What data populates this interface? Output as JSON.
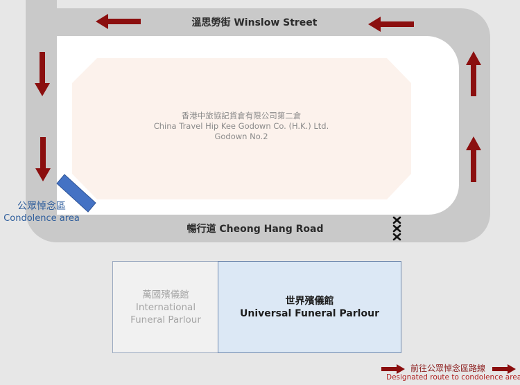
{
  "streets": {
    "winslow": "溫思勞街 Winslow Street",
    "cheong_hang": "暢行道 Cheong Hang Road"
  },
  "godown": {
    "name_zh": "香港中旅協記貨倉有限公司第二倉",
    "name_en": "China Travel Hip Kee Godown Co. (H.K.) Ltd.",
    "unit": "Godown No.2"
  },
  "condolence_area": {
    "label_zh": "公眾悼念區",
    "label_en": "Condolence area",
    "color": "#4472c4"
  },
  "parlours": {
    "international": {
      "name_zh": "萬國殯儀館",
      "name_en_line1": "International",
      "name_en_line2": "Funeral Parlour"
    },
    "universal": {
      "name_zh": "世界殯儀館",
      "name_en": "Universal Funeral Parlour"
    }
  },
  "legend": {
    "label_zh": "前往公眾悼念區路線",
    "label_en": "Designated route to condolence area",
    "route_color": "#8b0f0f"
  },
  "colors": {
    "road": "#c9c9c9",
    "background": "#e7e7e7",
    "building": "#fcf2ec",
    "route_arrow": "#8b0f0f",
    "barrier": "#111111"
  },
  "icons": {
    "route": "red-arrow-icon",
    "road_block": "cross-barrier-icon",
    "condolence": "blue-rectangle-icon"
  }
}
